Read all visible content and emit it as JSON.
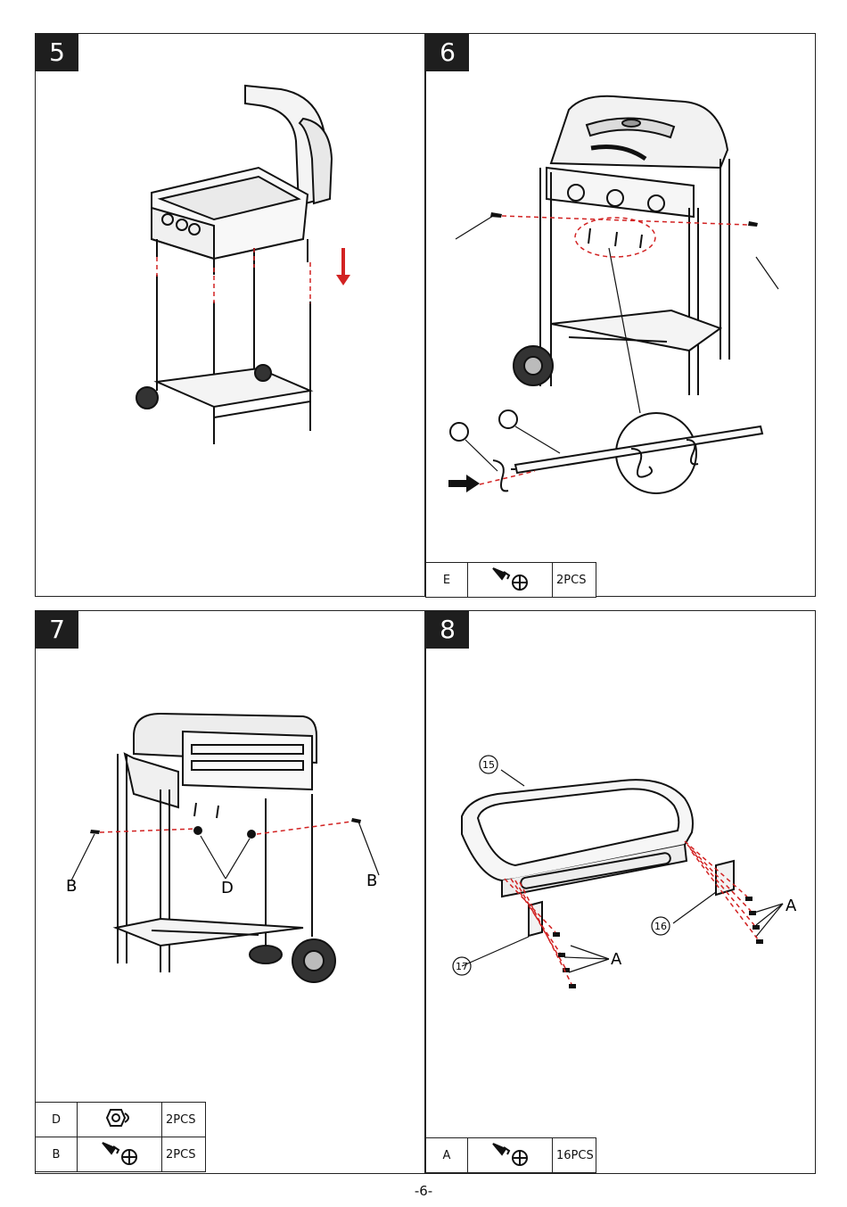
{
  "steps": [
    {
      "number": "5",
      "parts": []
    },
    {
      "number": "6",
      "parts": [
        {
          "code": "E",
          "icon": "screw-icon",
          "qty": "2PCS"
        }
      ]
    },
    {
      "number": "7",
      "parts": [
        {
          "code": "D",
          "icon": "nut-icon",
          "qty": "2PCS"
        },
        {
          "code": "B",
          "icon": "screw-icon",
          "qty": "2PCS"
        }
      ]
    },
    {
      "number": "8",
      "parts": [
        {
          "code": "A",
          "icon": "screw-icon",
          "qty": "16PCS"
        }
      ]
    }
  ],
  "labels": {
    "step7": {
      "b_left": "B",
      "b_right": "B",
      "d": "D"
    },
    "step8": {
      "p15": "15",
      "p16": "16",
      "p17": "17",
      "a1": "A",
      "a2": "A"
    }
  },
  "footer": {
    "page": "-6-"
  },
  "colors": {
    "assembly_line": "#d22222",
    "arrow": "#d22222",
    "ink": "#111111"
  }
}
